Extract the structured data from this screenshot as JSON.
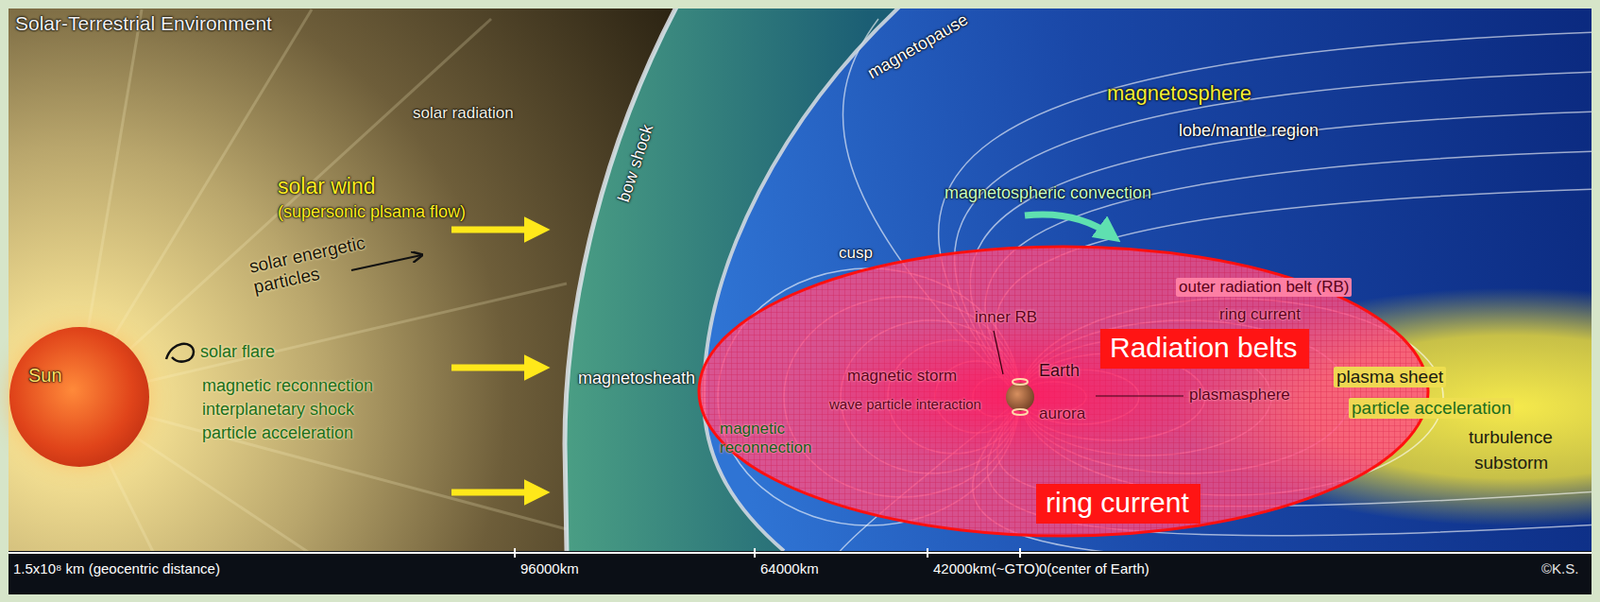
{
  "diagram": {
    "title": "Solar-Terrestrial Environment",
    "nodes": [
      {
        "text": [
          "Sun"
        ]
      },
      {
        "text": [
          "Radiation belts"
        ]
      },
      {
        "text": [
          "ring current"
        ]
      }
    ],
    "labels": [
      "solar radiation",
      "solar wind",
      "(supersonic plsama flow)",
      "solar energetic particles",
      "solar flare",
      "magnetic reconnection",
      "interplanetary shock",
      "particle acceleration",
      "bow shock",
      "magnetosheath",
      "magnetopause",
      "magnetosphere",
      "lobe/mantle region",
      "magnetospheric convection",
      "cusp",
      "outer radiation belt (RB)",
      "inner RB",
      "ring current",
      "Earth",
      "magnetic storm",
      "wave particle interaction",
      "plasmasphere",
      "aurora",
      "magnetic reconnection",
      "plasma sheet",
      "particle acceleration",
      "turbulence",
      "substorm",
      "1.5x10⁸ km (geocentric distance)",
      "96000km",
      "64000km",
      "42000km(~GTO)",
      "0(center of Earth)",
      "©K.S."
    ]
  }
}
